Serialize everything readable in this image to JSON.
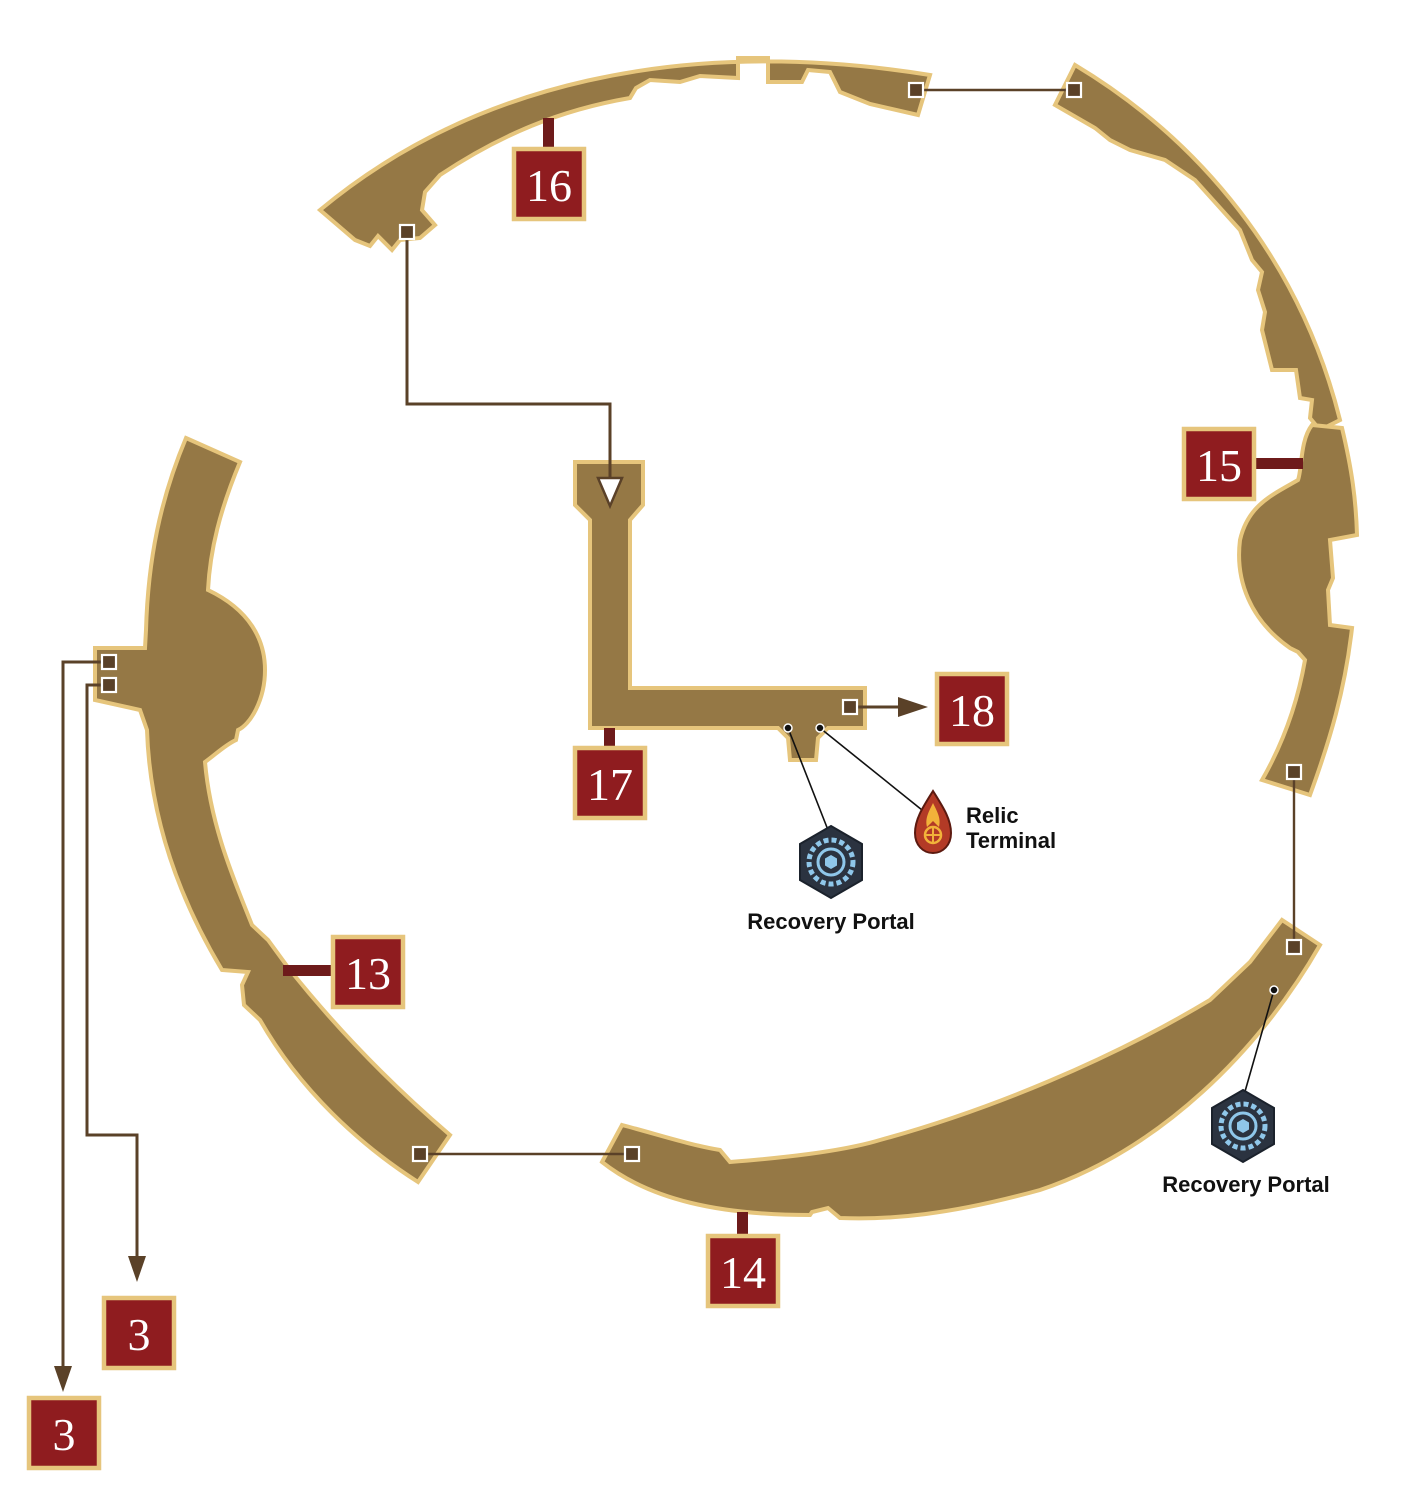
{
  "map": {
    "room_markers": [
      {
        "id": "16",
        "label": "16"
      },
      {
        "id": "15",
        "label": "15"
      },
      {
        "id": "17",
        "label": "17"
      },
      {
        "id": "18",
        "label": "18"
      },
      {
        "id": "13",
        "label": "13"
      },
      {
        "id": "14",
        "label": "14"
      },
      {
        "id": "3a",
        "label": "3"
      },
      {
        "id": "3b",
        "label": "3"
      }
    ],
    "points_of_interest": [
      {
        "type": "recovery-portal",
        "label": "Recovery Portal"
      },
      {
        "type": "relic-terminal",
        "label_line1": "Relic",
        "label_line2": "Terminal"
      },
      {
        "type": "recovery-portal",
        "label": "Recovery Portal"
      }
    ],
    "colors": {
      "floor": "#957845",
      "floor_outline": "#e6c57c",
      "room_marker_fill": "#8f1c1f",
      "room_marker_border": "#e6c57c",
      "connector": "#5a4128",
      "marker_stub": "#6e1b1b",
      "portal_icon_fill": "#2b3340",
      "portal_icon_accent": "#8fc7ea",
      "relic_icon_fill": "#b33a26",
      "relic_icon_accent": "#f2b23a"
    },
    "icons": [
      "recovery-portal-icon",
      "relic-terminal-icon"
    ]
  }
}
